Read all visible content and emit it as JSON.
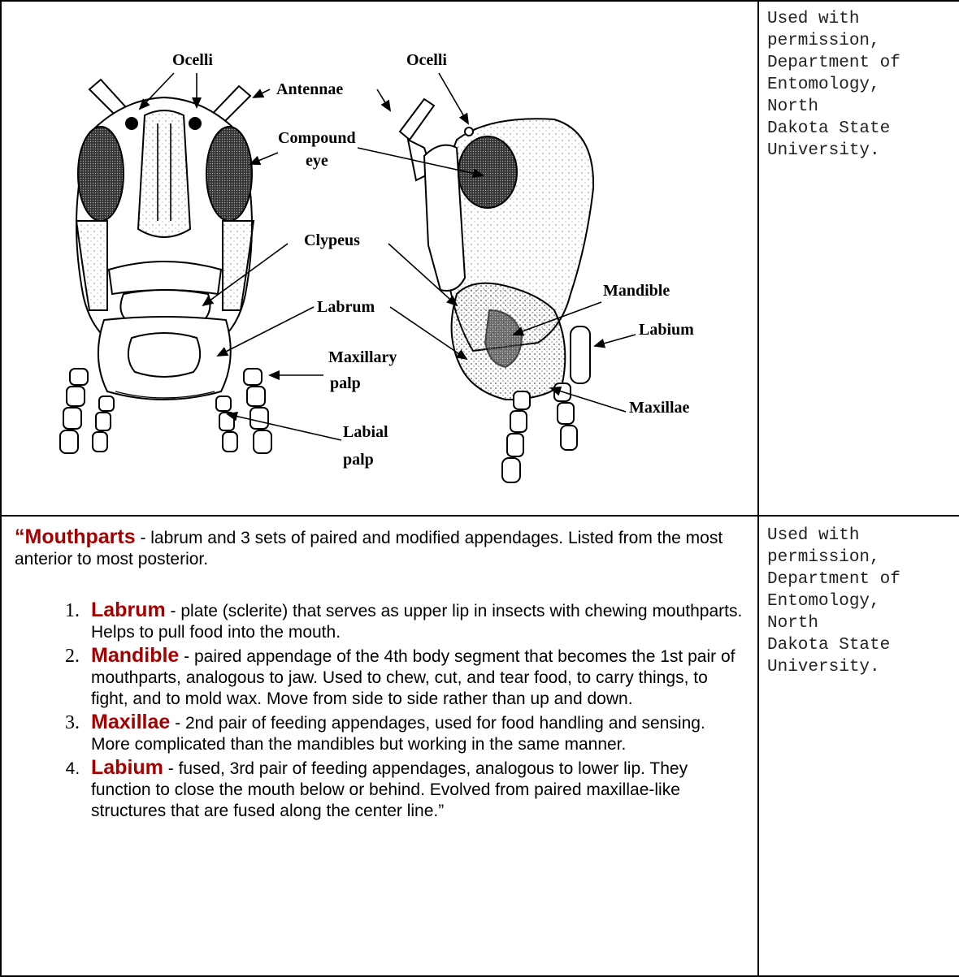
{
  "figure": {
    "labels": {
      "ocelli_front": "Ocelli",
      "ocelli_side": "Ocelli",
      "antennae": "Antennae",
      "compound": "Compound",
      "eye": "eye",
      "clypeus": "Clypeus",
      "labrum": "Labrum",
      "maxillary": "Maxillary",
      "palp1": "palp",
      "labial": "Labial",
      "palp2": "palp",
      "mandible": "Mandible",
      "labium": "Labium",
      "maxillae": "Maxillae"
    }
  },
  "credit_top": "Used with\npermission,\nDepartment of\nEntomology,\nNorth\nDakota State\nUniversity.",
  "credit_bottom": "Used with\npermission,\nDepartment of\nEntomology,\nNorth\nDakota State\nUniversity.",
  "intro": {
    "open_quote": "“",
    "term": "Mouthparts",
    "text": " - labrum and 3 sets of paired and modified appendages. Listed from the most anterior to most posterior."
  },
  "items": [
    {
      "term": "Labrum",
      "text": " - plate (sclerite) that serves as upper lip in insects with chewing mouthparts. Helps to pull food into the mouth."
    },
    {
      "term": "Mandible",
      "text": " - paired appendage of the 4th body segment that becomes the 1st pair of mouthparts, analogous to jaw. Used to chew, cut, and tear food, to carry things, to fight, and to mold wax. Move from side to side rather than up and down."
    },
    {
      "term": "Maxillae",
      "text": " - 2nd pair of feeding appendages, used for food handling and sensing. More complicated than the mandibles but working in the same manner."
    },
    {
      "term": "Labium",
      "text": " - fused, 3rd pair of feeding appendages, analogous to lower lip. They function to close the mouth below or behind. Evolved from paired maxillae-like structures that are fused along the center line.”"
    }
  ]
}
